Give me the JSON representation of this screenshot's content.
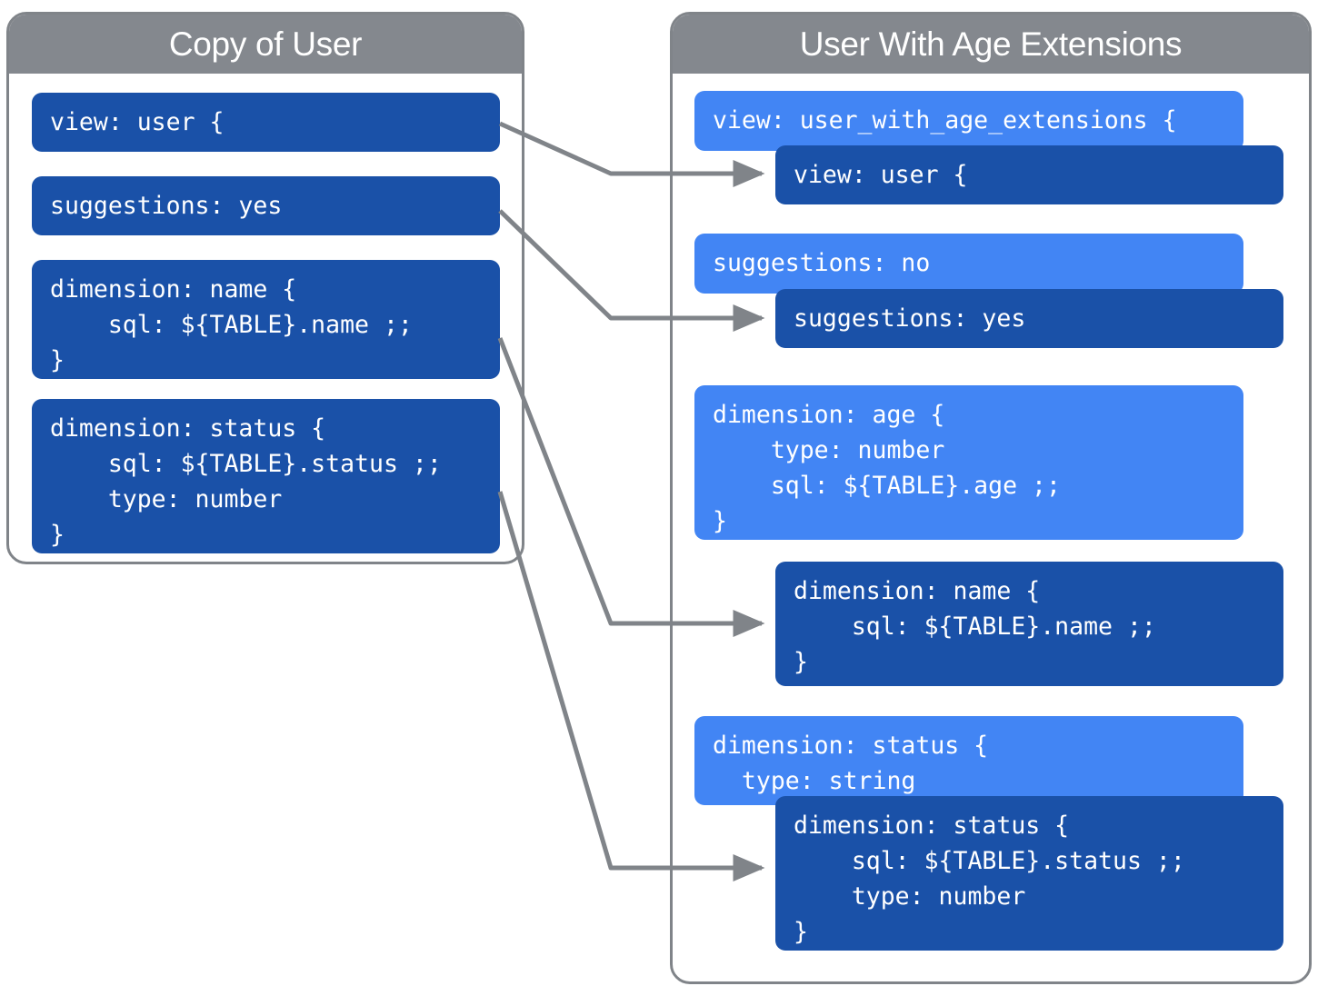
{
  "meta": {
    "colors": {
      "panel_border": "#808489",
      "panel_header": "#84888e",
      "code_dark_blue": "#1a51a8",
      "code_light_blue": "#4285f4",
      "arrow_gray": "#808489",
      "text_white": "#ffffff",
      "background": "#ffffff"
    }
  },
  "left_panel": {
    "title": "Copy of User",
    "blocks": [
      {
        "id": "view-user",
        "text": "view: user {"
      },
      {
        "id": "suggestions-yes",
        "text": "suggestions: yes"
      },
      {
        "id": "dimension-name",
        "text": "dimension: name {\n    sql: ${TABLE}.name ;;\n}"
      },
      {
        "id": "dimension-status",
        "text": "dimension: status {\n    sql: ${TABLE}.status ;;\n    type: number\n}"
      }
    ]
  },
  "right_panel": {
    "title": "User With Age Extensions",
    "blocks": [
      {
        "id": "view-user-with-age-extensions",
        "variant": "light",
        "text": "view: user_with_age_extensions {"
      },
      {
        "id": "view-user-inherited",
        "variant": "dark",
        "text": "view: user {"
      },
      {
        "id": "suggestions-no",
        "variant": "light",
        "text": "suggestions: no"
      },
      {
        "id": "suggestions-yes-inherited",
        "variant": "dark",
        "text": "suggestions: yes"
      },
      {
        "id": "dimension-age",
        "variant": "light",
        "text": "dimension: age {\n    type: number\n    sql: ${TABLE}.age ;;\n}"
      },
      {
        "id": "dimension-name-inherited",
        "variant": "dark",
        "text": "dimension: name {\n    sql: ${TABLE}.name ;;\n}"
      },
      {
        "id": "dimension-status-override",
        "variant": "light",
        "text": "dimension: status {\n  type: string"
      },
      {
        "id": "dimension-status-inherited",
        "variant": "dark",
        "text": "dimension: status {\n    sql: ${TABLE}.status ;;\n    type: number\n}"
      }
    ]
  },
  "connections": [
    {
      "id": "view-user-connector",
      "from": "view-user",
      "to": "view-user-inherited"
    },
    {
      "id": "suggestions-connector",
      "from": "suggestions-yes",
      "to": "suggestions-yes-inherited"
    },
    {
      "id": "dimension-name-connector",
      "from": "dimension-name",
      "to": "dimension-name-inherited"
    },
    {
      "id": "dimension-status-connector",
      "from": "dimension-status",
      "to": "dimension-status-inherited"
    }
  ]
}
